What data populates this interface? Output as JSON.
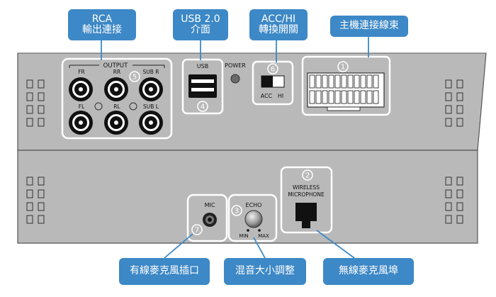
{
  "callouts": {
    "rca": {
      "line1": "RCA",
      "line2": "輸出連接"
    },
    "usb": {
      "line1": "USB 2.0",
      "line2": "介面"
    },
    "acc": {
      "line1": "ACC/HI",
      "line2": "轉換開關"
    },
    "harness": {
      "line1": "主機連接線束"
    },
    "mic": {
      "line1": "有線麥克風插口"
    },
    "echo": {
      "line1": "混音大小調整"
    },
    "wireless": {
      "line1": "無線麥克風埠"
    }
  },
  "panel_top": {
    "output_label": "OUTPUT",
    "jacks": {
      "fr": "FR",
      "rr": "RR",
      "subr": "SUB R",
      "fl": "FL",
      "rl": "RL",
      "subl": "SUB L"
    },
    "usb_label": "USB",
    "power_label": "POWER",
    "switch_acc": "ACC",
    "switch_hi": "HI",
    "markers": {
      "harness": "1",
      "usb": "4",
      "rca": "5",
      "switch": "6"
    }
  },
  "panel_bottom": {
    "wireless_line1": "WIRELESS",
    "wireless_line2": "MICROPHONE",
    "mic_label": "MIC",
    "echo_label": "ECHO",
    "echo_min": "MIN",
    "echo_max": "MAX",
    "markers": {
      "wireless": "2",
      "echo": "3",
      "mic": "7"
    }
  },
  "colors": {
    "panel": "#b9b9b9",
    "callout": "#3d88c6",
    "highlight": "#ffffff"
  }
}
